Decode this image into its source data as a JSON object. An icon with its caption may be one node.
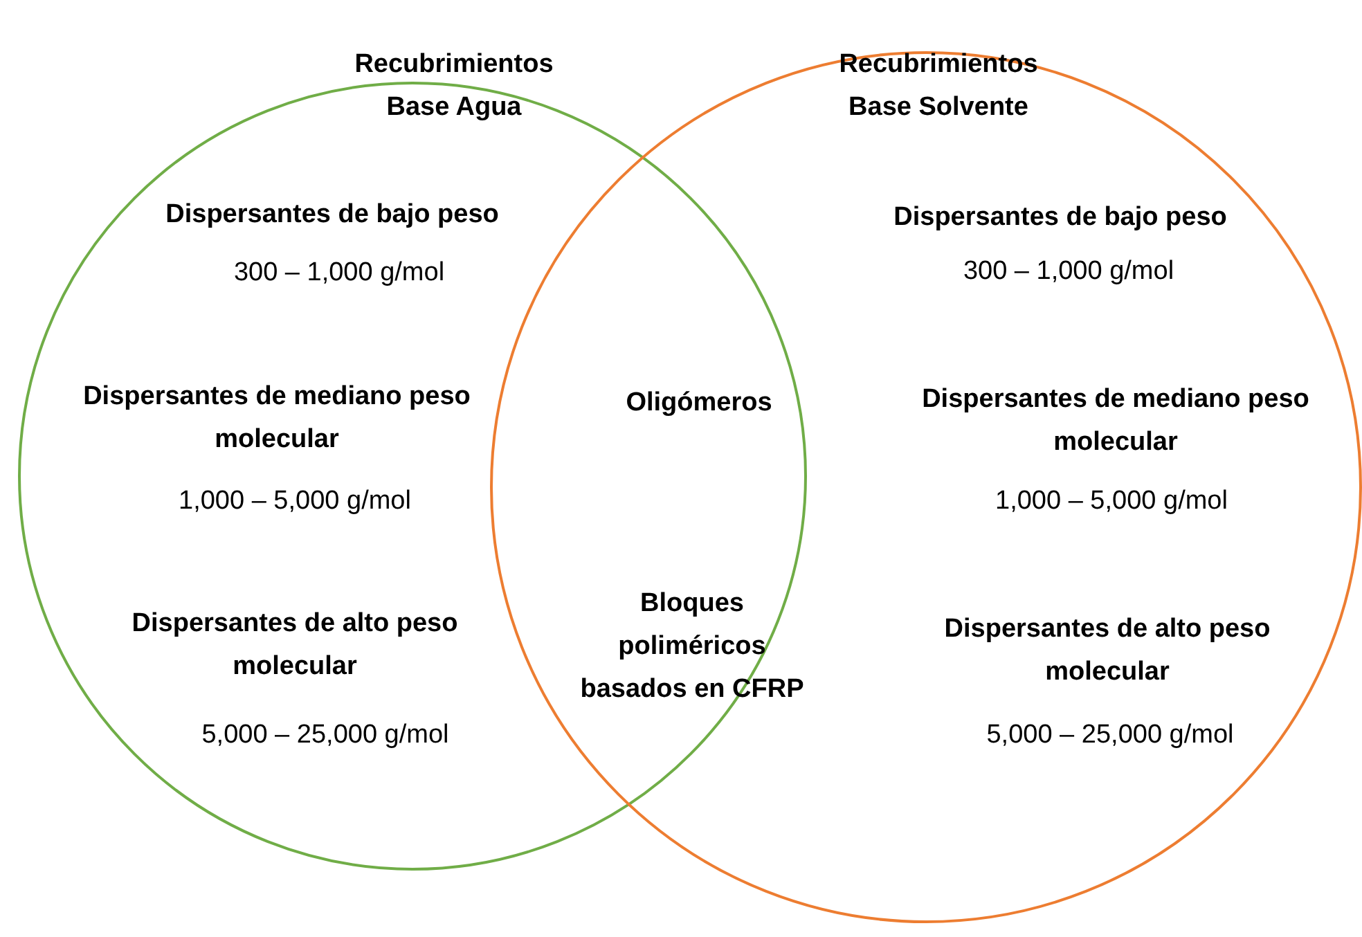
{
  "diagram": {
    "nodes": [
      {
        "text": [
          "Recubrimientos Base Agua",
          "Dispersantes de bajo peso",
          "300 – 1,000 g/mol",
          "Dispersantes de mediano peso molecular",
          "1,000 – 5,000 g/mol",
          "Dispersantes de alto peso molecular",
          "5,000 – 25,000 g/mol"
        ]
      },
      {
        "text": [
          "Recubrimientos Base Solvente",
          "Dispersantes de bajo peso",
          "300 – 1,000 g/mol",
          "Dispersantes de mediano peso molecular",
          "1,000 – 5,000 g/mol",
          "Dispersantes de alto peso molecular",
          "5,000 – 25,000 g/mol"
        ]
      }
    ],
    "edges": [],
    "labels": [
      "Oligómeros",
      "Bloques poliméricos basados en CFRP"
    ]
  }
}
